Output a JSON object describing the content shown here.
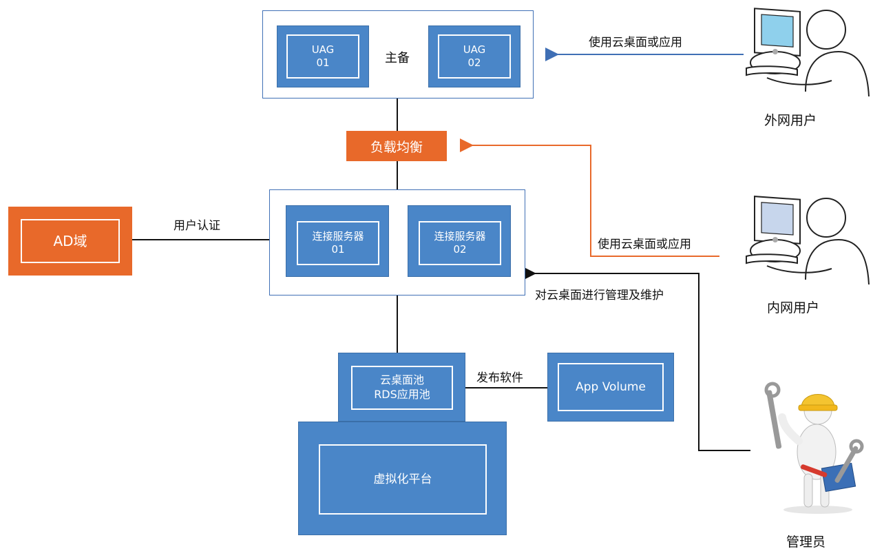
{
  "uag": {
    "box1_line1": "UAG",
    "box1_line2": "01",
    "box2_line1": "UAG",
    "box2_line2": "02",
    "label": "主备"
  },
  "load_balancer": "负载均衡",
  "connection": {
    "box1_line1": "连接服务器",
    "box1_line2": "01",
    "box2_line1": "连接服务器",
    "box2_line2": "02"
  },
  "ad": {
    "label": "AD域",
    "edge_label": "用户认证"
  },
  "pool": {
    "line1": "云桌面池",
    "line2": "RDS应用池",
    "edge_label": "发布软件"
  },
  "app_volume": "App Volume",
  "virtualization": "虚拟化平台",
  "external_user": {
    "label": "外网用户",
    "edge_label": "使用云桌面或应用"
  },
  "internal_user": {
    "label": "内网用户",
    "edge_label": "使用云桌面或应用"
  },
  "admin": {
    "label": "管理员",
    "edge_label": "对云桌面进行管理及维护"
  },
  "colors": {
    "blue": "#4a86c8",
    "orange": "#e8692a",
    "frame": "#3f6fb5",
    "arrow_blue": "#3f6fb5",
    "arrow_orange": "#e8692a"
  }
}
